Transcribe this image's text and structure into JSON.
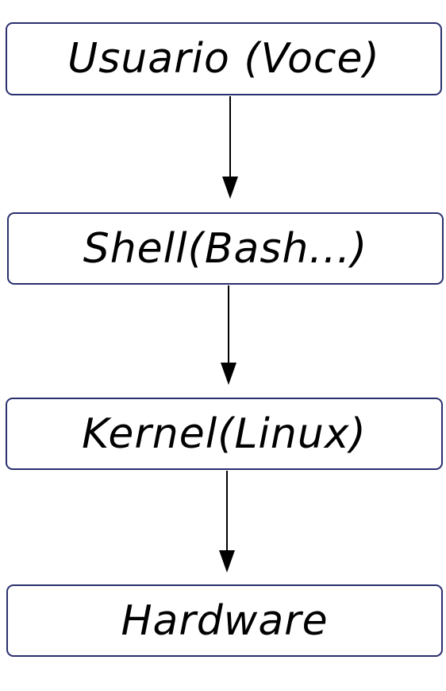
{
  "diagram": {
    "nodes": [
      {
        "label": "Usuario (Voce)"
      },
      {
        "label": "Shell(Bash...)"
      },
      {
        "label": "Kernel(Linux)"
      },
      {
        "label": "Hardware"
      }
    ],
    "edges": [
      {
        "from": 0,
        "to": 1
      },
      {
        "from": 1,
        "to": 2
      },
      {
        "from": 2,
        "to": 3
      }
    ],
    "colors": {
      "box_border": "#2b2f6e",
      "arrow": "#000000",
      "text": "#000000",
      "background": "#ffffff"
    }
  }
}
